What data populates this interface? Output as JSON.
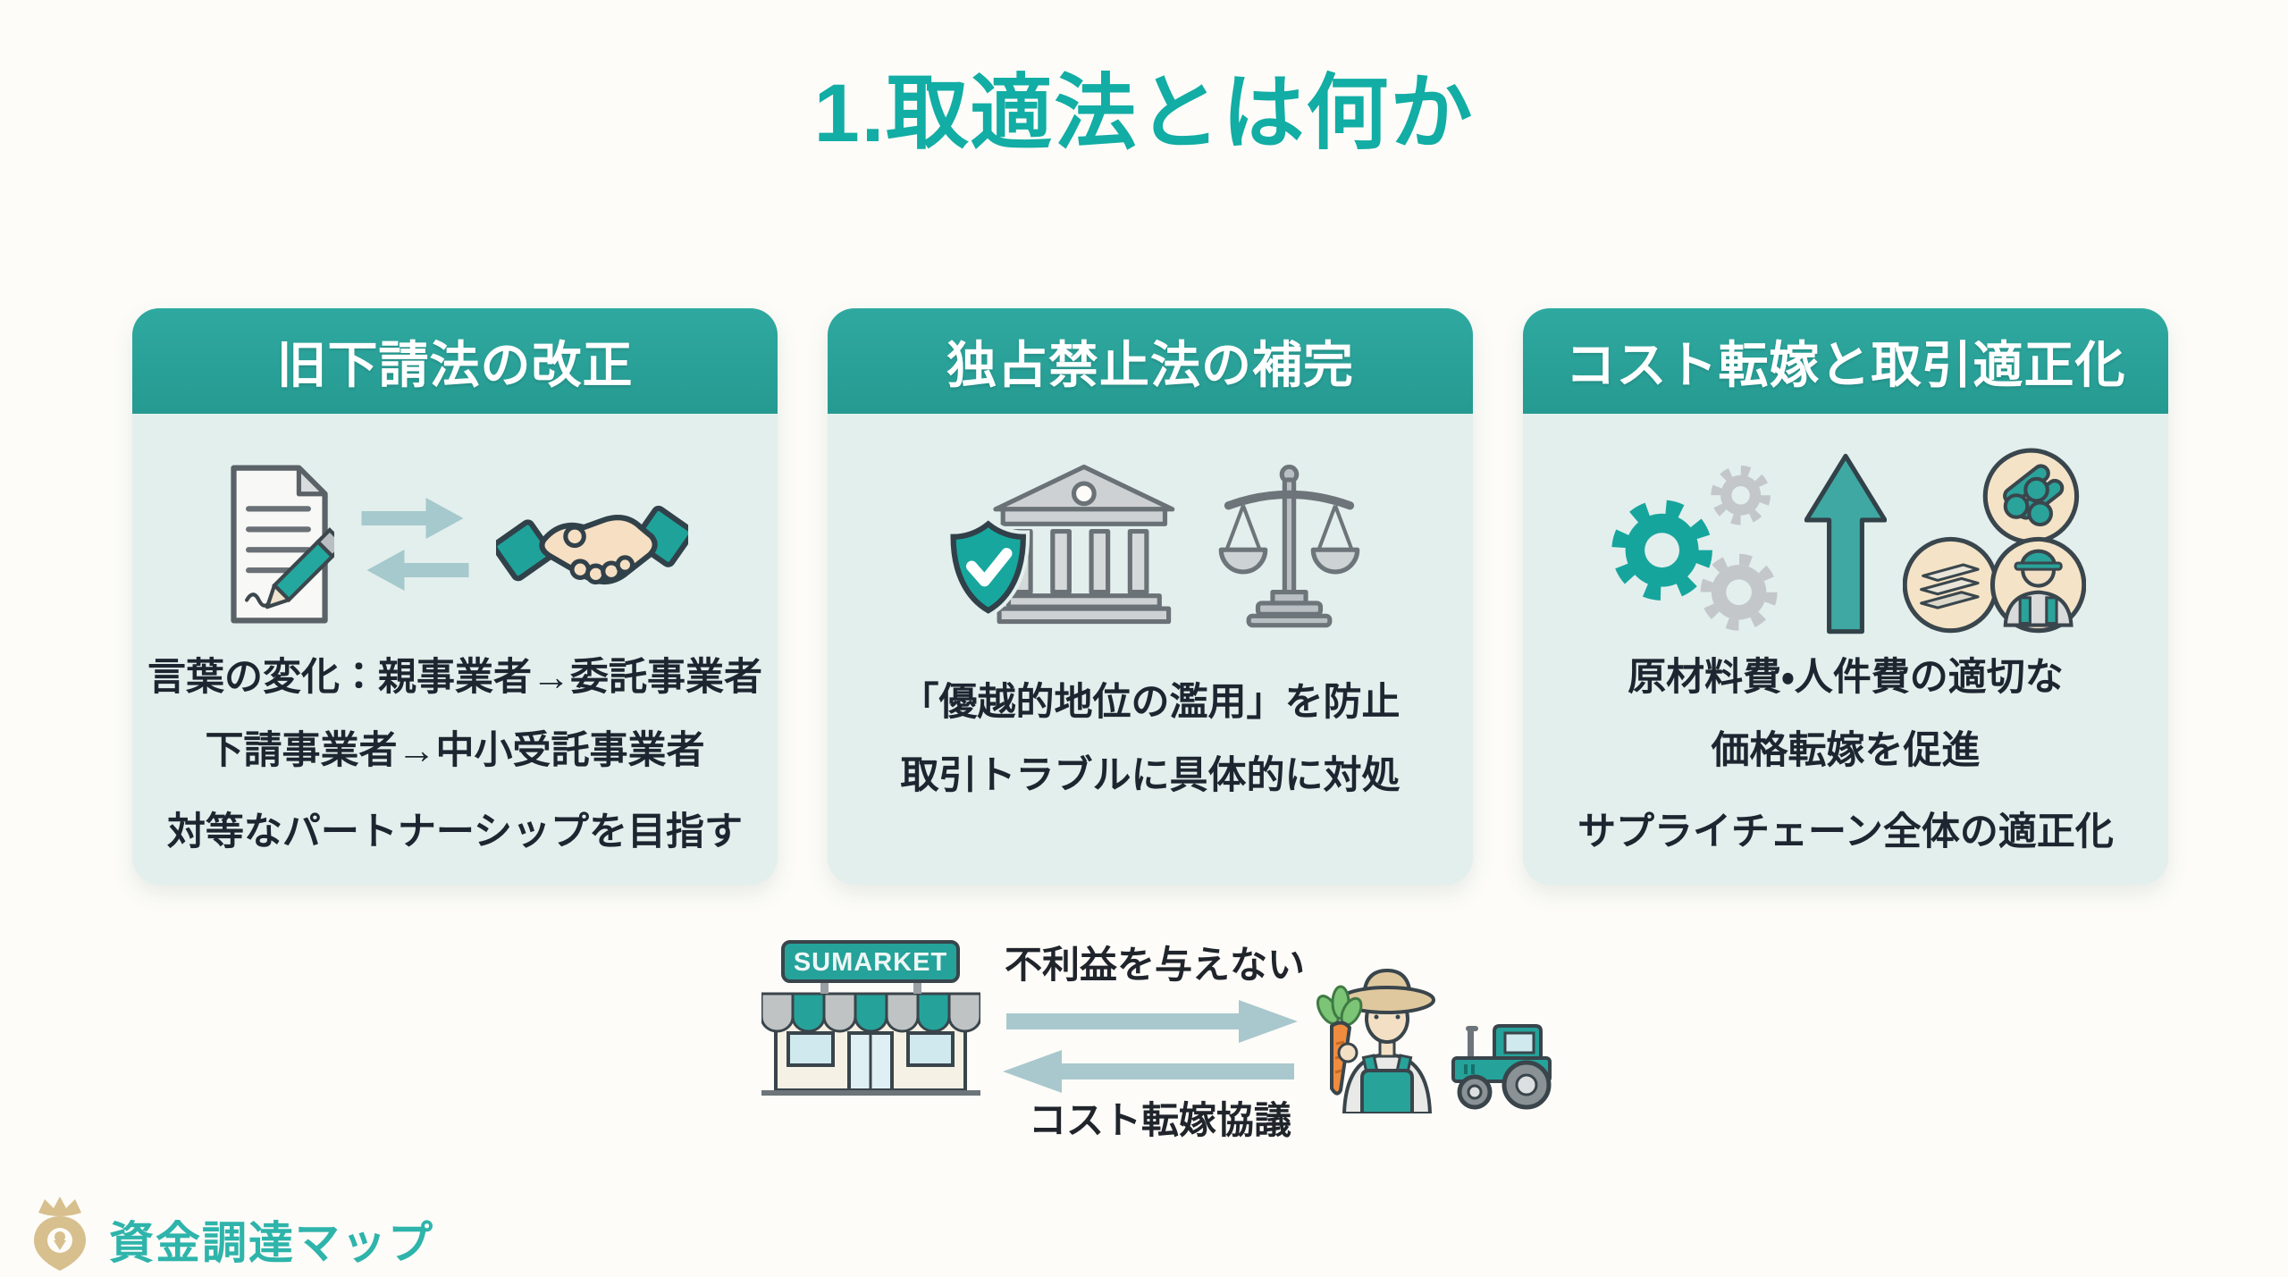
{
  "title": "1.取適法とは何か",
  "cards": [
    {
      "header": "旧下請法の改正",
      "icons": [
        "contract-document-icon",
        "exchange-arrows-icon",
        "handshake-icon"
      ],
      "lines": [
        "言葉の変化：親事業者→委託事業者",
        "下請事業者→中小受託事業者",
        "対等なパートナーシップを目指す"
      ]
    },
    {
      "header": "独占禁止法の補完",
      "icons": [
        "shield-check-icon",
        "bank-building-icon",
        "balance-scale-icon"
      ],
      "lines": [
        "「優越的地位の濫用」を防止",
        "取引トラブルに具体的に対処"
      ]
    },
    {
      "header": "コスト転嫁と取引適正化",
      "icons": [
        "gears-icon",
        "up-arrow-icon",
        "raw-materials-icon",
        "lumber-icon",
        "worker-icon"
      ],
      "lines": [
        "原材料費・人件費の適切な",
        "価格転嫁を促進",
        "サプライチェーン全体の適正化"
      ]
    }
  ],
  "flow": {
    "store_sign": "SUMARKET",
    "store_icon": "storefront-icon",
    "top_arrow_label": "不利益を与えない",
    "bottom_arrow_label": "コスト転嫁協議",
    "right_arrow_icon": "arrow-right-icon",
    "left_arrow_icon": "arrow-left-icon",
    "farmer_icon": "farmer-icon",
    "tractor_icon": "tractor-icon"
  },
  "footer": {
    "logo_text": "資金調達マップ",
    "logo_icon": "map-pin-crown-icon"
  },
  "colors": {
    "title_teal": "#12ada4",
    "header_teal": "#2aa49a",
    "card_body_mint": "#e3efed",
    "background": "#fdfcf8",
    "text_dark": "#1d2630",
    "arrow_gray_teal": "#a9c8ce",
    "logo_gold": "#d7bf8e"
  }
}
